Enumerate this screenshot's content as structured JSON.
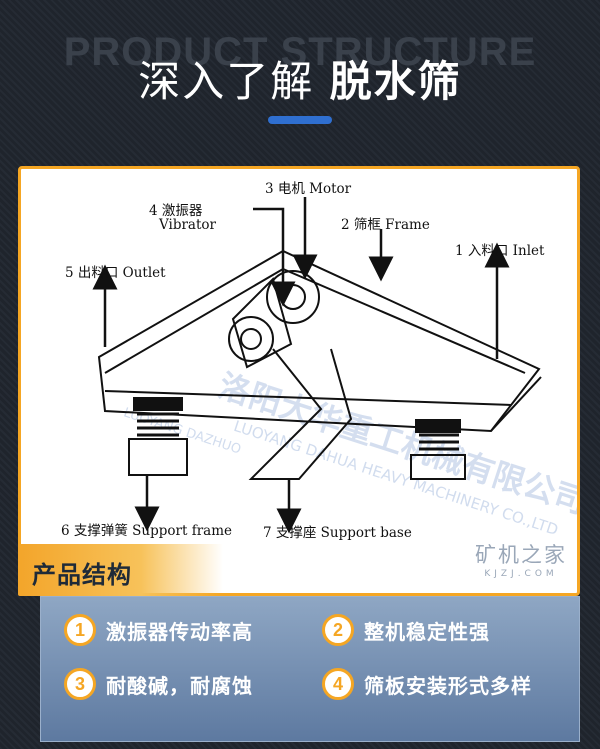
{
  "header": {
    "bg_text": "PRODUCT STRUCTURE",
    "title_light": "深入了解",
    "title_bold": "脱水筛"
  },
  "diagram": {
    "labels": {
      "motor": "3 电机 Motor",
      "vibrator_cn": "4 激振器",
      "vibrator_en": "Vibrator",
      "frame": "2 筛框 Frame",
      "inlet": "1 入料口 Inlet",
      "outlet": "5 出料口  Outlet",
      "support_frame": "6 支撑弹簧  Support frame",
      "support_base": "7 支撑座 Support base"
    },
    "watermark_cn": "洛阳大华重工机械有限公司",
    "watermark_en": "LUOYANG DAHUA HEAVY MACHINERY CO.,LTD",
    "watermark_en2": "LUOYANG DAZHUO",
    "site_name": "矿机之家",
    "site_url": "KJZJ.COM"
  },
  "section_tag": "产品结构",
  "features": [
    {
      "num": "1",
      "text": "激振器传动率高"
    },
    {
      "num": "2",
      "text": "整机稳定性强"
    },
    {
      "num": "3",
      "text": "耐酸碱，耐腐蚀"
    },
    {
      "num": "4",
      "text": "筛板安装形式多样"
    }
  ],
  "colors": {
    "accent": "#f5a623",
    "blue_bar": "#2f6fd0",
    "panel": "#6f8ab0"
  }
}
